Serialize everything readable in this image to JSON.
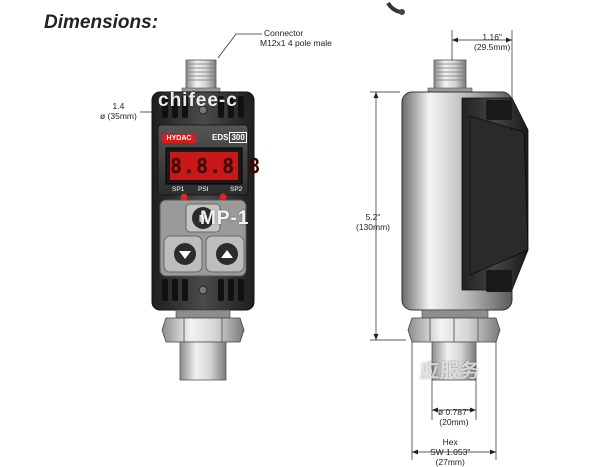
{
  "heading": "Dimensions:",
  "connector": {
    "line1": "Connector",
    "line2": "M12x1   4 pole male"
  },
  "width_label": {
    "line1": "1.4",
    "line2": "ø (35mm)"
  },
  "top_width_label": {
    "line1": "1.16\"",
    "line2": "(29.5mm)"
  },
  "height_label": {
    "line1": "5.2\"",
    "line2": "(130mm)"
  },
  "stem_label": {
    "line1": "ø 0.787\"",
    "line2": "(20mm)"
  },
  "hex_label": {
    "line1": "Hex",
    "line2": "SW 1.053\"",
    "line3": "(27mm)"
  },
  "brand": "HYDAC",
  "model": "EDS",
  "model_suffix": "300",
  "display": "8.8.8.8",
  "display_labels": {
    "sp1": "SP1",
    "psi": "PSI",
    "sp2": "SP2"
  },
  "watermarks": {
    "top": "chifee-c",
    "middle": "MP-1",
    "bottom": "应服务"
  },
  "colors": {
    "red": "#d21f1f",
    "body": "#3b3b3b",
    "metal": "#c9c9c9"
  }
}
